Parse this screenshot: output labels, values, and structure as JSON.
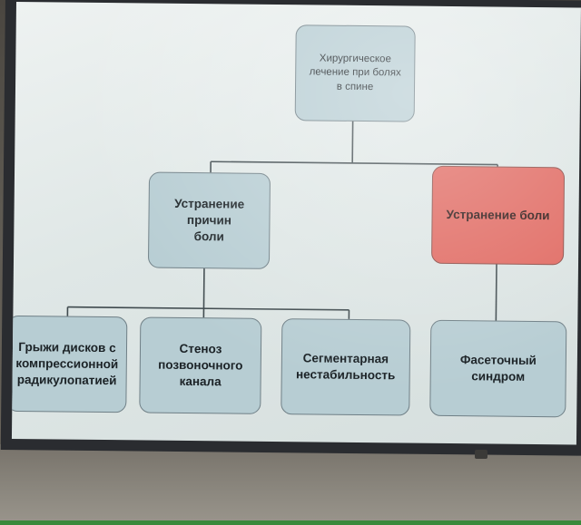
{
  "diagram": {
    "root": "Хирургическое\nлечение при болях\nв спине",
    "branch_causes": "Устранение\nпричин\nболи",
    "branch_pain": "Устранение боли",
    "leaf_hernia": "Грыжи дисков с\nкомпрессионной\nрадикулопатией",
    "leaf_stenosis": "Стеноз\nпозвоночного\nканала",
    "leaf_instability": "Сегментарная\nнестабильность",
    "leaf_facet": "Фасеточный\nсиндром"
  },
  "colors": {
    "node_fill": "#b7cdd3",
    "highlight_fill": "#e06860",
    "connector": "#3f4a4e"
  }
}
